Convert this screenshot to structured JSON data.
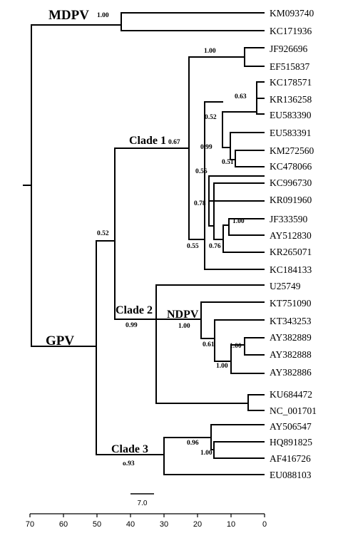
{
  "tree": {
    "leaves": [
      {
        "id": "KM093740",
        "label": "KM093740"
      },
      {
        "id": "KC171936",
        "label": "KC171936"
      },
      {
        "id": "JF926696",
        "label": "JF926696"
      },
      {
        "id": "EF515837",
        "label": "EF515837"
      },
      {
        "id": "KC178571",
        "label": "KC178571"
      },
      {
        "id": "KR136258",
        "label": "KR136258"
      },
      {
        "id": "EU583390",
        "label": "EU583390"
      },
      {
        "id": "EU583391",
        "label": "EU583391"
      },
      {
        "id": "KM272560",
        "label": "KM272560"
      },
      {
        "id": "KC478066",
        "label": "KC478066"
      },
      {
        "id": "KC996730",
        "label": "KC996730"
      },
      {
        "id": "KR091960",
        "label": "KR091960"
      },
      {
        "id": "JF333590",
        "label": "JF333590"
      },
      {
        "id": "AY512830",
        "label": "AY512830"
      },
      {
        "id": "KR265071",
        "label": "KR265071"
      },
      {
        "id": "KC184133",
        "label": "KC184133"
      },
      {
        "id": "U25749",
        "label": "U25749"
      },
      {
        "id": "KT751090",
        "label": "KT751090"
      },
      {
        "id": "KT343253",
        "label": "KT343253"
      },
      {
        "id": "AY382889",
        "label": "AY382889"
      },
      {
        "id": "AY382888",
        "label": "AY382888"
      },
      {
        "id": "AY382886",
        "label": "AY382886"
      },
      {
        "id": "KU684472",
        "label": "KU684472"
      },
      {
        "id": "NC_001701",
        "label": "NC_001701"
      },
      {
        "id": "AY506547",
        "label": "AY506547"
      },
      {
        "id": "HQ891825",
        "label": "HQ891825"
      },
      {
        "id": "AF416726",
        "label": "AF416726"
      },
      {
        "id": "EU088103",
        "label": "EU088103"
      }
    ],
    "groups": {
      "mdpv": "MDPV",
      "gpv": "GPV",
      "clade1": "Clade 1",
      "clade2": "Clade 2",
      "clade3": "Clade 3",
      "ndpv": "NDPV"
    },
    "supports": {
      "mdpv": "1.00",
      "clade1": "0.67",
      "gpv": "0.52",
      "clade2": "0.99",
      "clade3": "o.93",
      "jf_ef": "1.00",
      "kc_kr": "0.63",
      "kc_kr_eu": "0.52",
      "n099": "0.99",
      "km_kc": "0.51",
      "n056": "0.56",
      "n078": "0.78",
      "jf_ay": "1.00",
      "n076": "0.76",
      "n055": "0.55",
      "ndpv": "1.00",
      "n061": "0.61",
      "ay889_888": "1.00",
      "n100b": "1.00",
      "n096": "0.96",
      "hq_af": "1.00"
    }
  },
  "scale_bar": {
    "label": "7.0",
    "length": 7.0
  },
  "axis": {
    "ticks": [
      "70",
      "60",
      "50",
      "40",
      "30",
      "20",
      "10",
      "0"
    ],
    "range": [
      70,
      0
    ]
  }
}
